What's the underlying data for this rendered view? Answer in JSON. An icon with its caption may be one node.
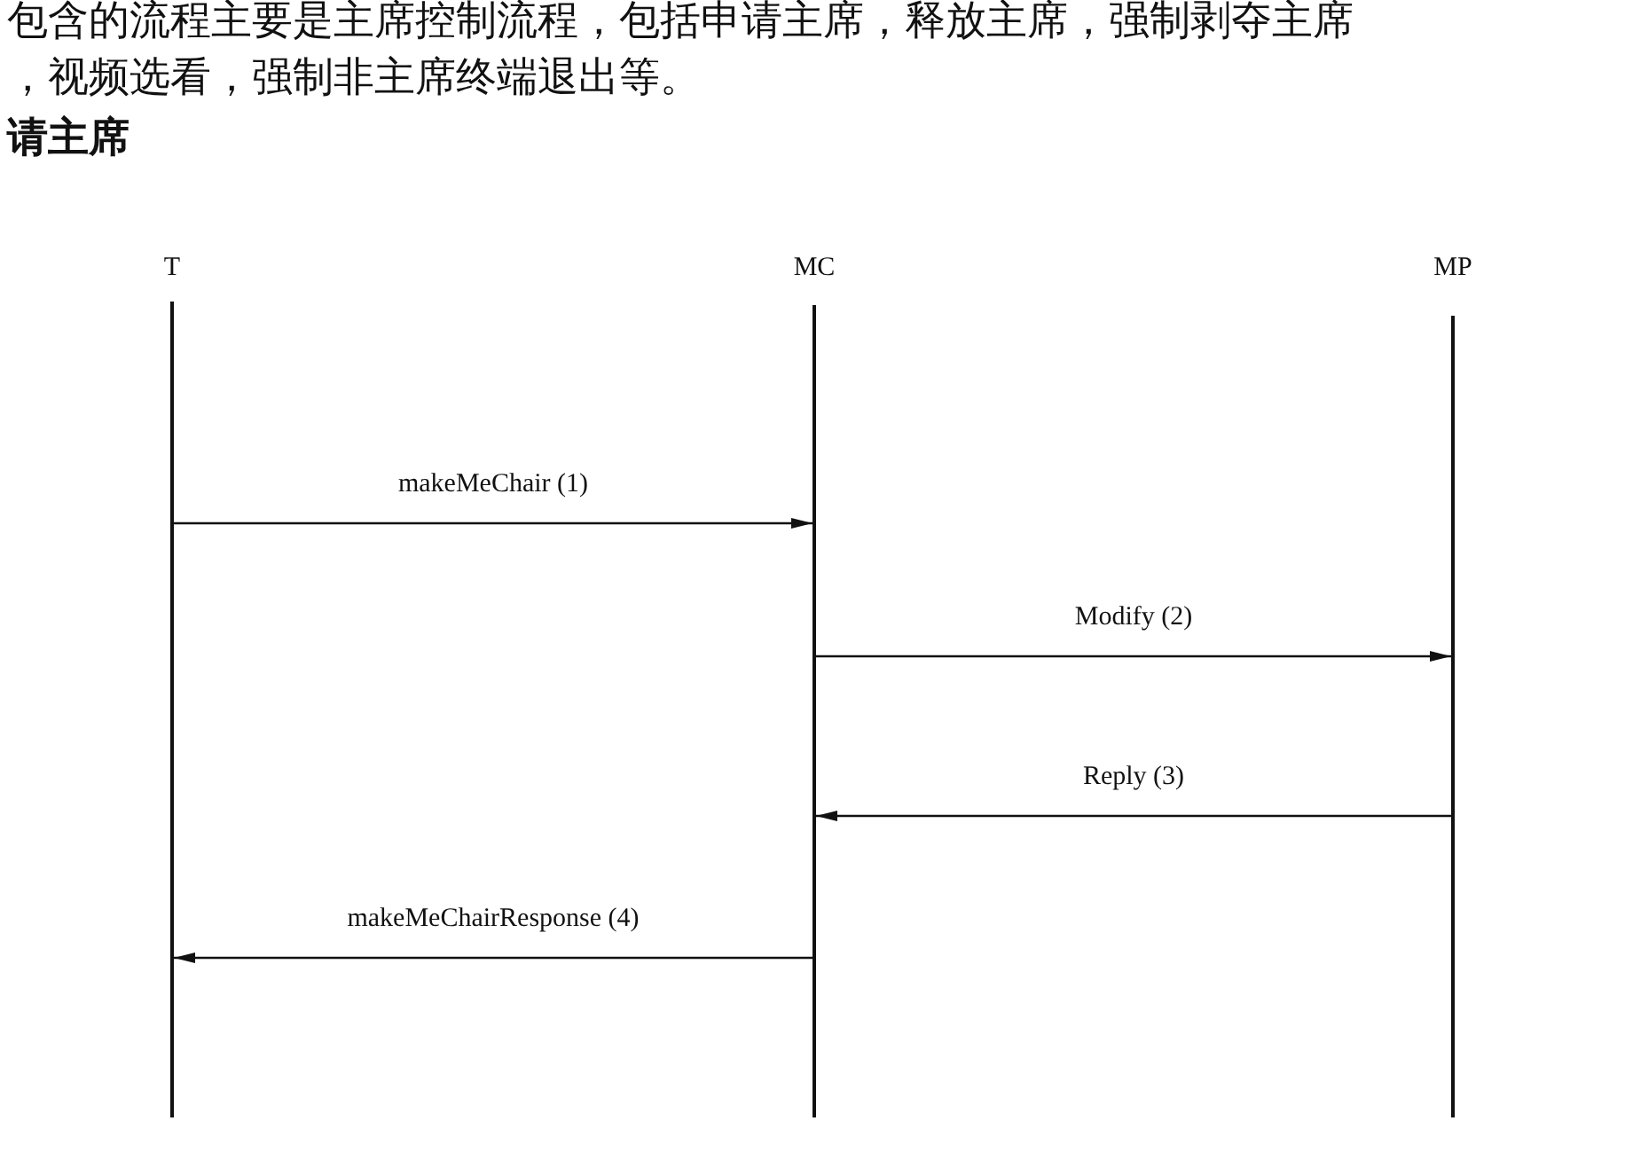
{
  "diagram": {
    "nodes": [
      {
        "text": [
          "T"
        ]
      },
      {
        "text": [
          "MC"
        ]
      },
      {
        "text": [
          "MP"
        ]
      }
    ],
    "edges": [
      {
        "from": 0,
        "to": 1,
        "arrow": "to",
        "label": "makeMeChair (1)"
      },
      {
        "from": 1,
        "to": 2,
        "arrow": "to",
        "label": "Modify (2)"
      },
      {
        "from": 2,
        "to": 1,
        "arrow": "to",
        "label": "Reply (3)"
      },
      {
        "from": 1,
        "to": 0,
        "arrow": "to",
        "label": "makeMeChairResponse (4)"
      }
    ],
    "labels": [
      "包含的流程主要是主席控制流程，包括申请主席，释放主席，强制剥夺主席",
      "，视频选看，强制非主席终端退出等。",
      "请主席"
    ]
  }
}
